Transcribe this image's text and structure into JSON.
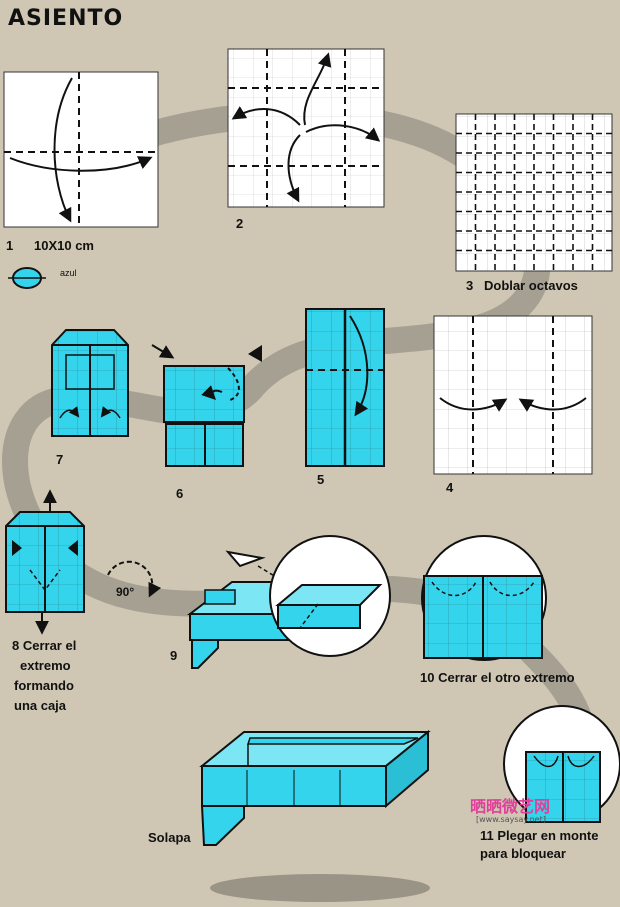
{
  "title": "ASIENTO",
  "steps": {
    "s1": {
      "num": "1",
      "text": "10X10 cm"
    },
    "s1_color_label": "azul",
    "s2": {
      "num": "2"
    },
    "s3": {
      "num": "3",
      "text": "Doblar octavos"
    },
    "s4": {
      "num": "4"
    },
    "s5": {
      "num": "5"
    },
    "s6": {
      "num": "6"
    },
    "s7": {
      "num": "7"
    },
    "s8": {
      "line1": "8 Cerrar el",
      "line2": "extremo",
      "line3": "formando",
      "line4": "una caja"
    },
    "s9": {
      "num": "9"
    },
    "s10": {
      "text": "10 Cerrar el otro extremo"
    },
    "s11": {
      "line1": "11 Plegar en monte",
      "line2": "para bloquear"
    }
  },
  "rotation_label": "90°",
  "solapa_label": "Solapa",
  "watermark": {
    "logo": "晒晒微艺网",
    "url": "[www.saysay.net]"
  },
  "colors": {
    "paper": "#cfc7b4",
    "path": "#9c988c",
    "cyan": "#33d4ec",
    "ink": "#111111",
    "white": "#ffffff"
  }
}
